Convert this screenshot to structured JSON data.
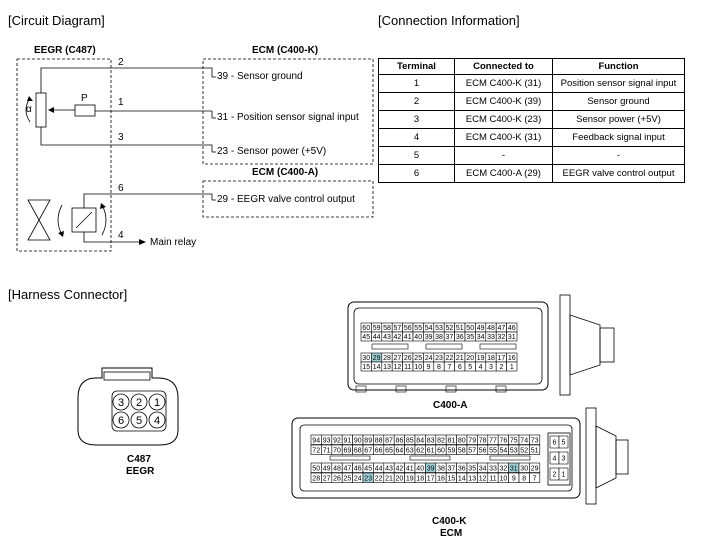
{
  "sections": {
    "circuit": "[Circuit Diagram]",
    "connection": "[Connection Information]",
    "harness": "[Harness Connector]"
  },
  "circuit": {
    "eegr_title": "EEGR (C487)",
    "ecm_k_title": "ECM (C400-K)",
    "ecm_a_title": "ECM (C400-A)",
    "eegr_pins": [
      "2",
      "1",
      "3",
      "6",
      "4"
    ],
    "p_label": "P",
    "alpha_label": "α",
    "main_relay": "Main relay",
    "ecm_k_lines": [
      "39 - Sensor ground",
      "31 - Position sensor signal input",
      "23 - Sensor power (+5V)"
    ],
    "ecm_a_lines": [
      "29 - EEGR valve control output"
    ]
  },
  "connection_table": {
    "headers": [
      "Terminal",
      "Connected to",
      "Function"
    ],
    "rows": [
      [
        "1",
        "ECM C400-K (31)",
        "Position sensor signal input"
      ],
      [
        "2",
        "ECM C400-K (39)",
        "Sensor ground"
      ],
      [
        "3",
        "ECM C400-K (23)",
        "Sensor power (+5V)"
      ],
      [
        "4",
        "ECM C400-K (31)",
        "Feedback signal input"
      ],
      [
        "5",
        "-",
        "-"
      ],
      [
        "6",
        "ECM C400-A (29)",
        "EEGR valve control output"
      ]
    ]
  },
  "connectors": {
    "c487_label": "C487",
    "c487_sub": "EEGR",
    "c487_pins_top": [
      "3",
      "2",
      "1"
    ],
    "c487_pins_bottom": [
      "6",
      "5",
      "4"
    ],
    "c400a_label": "C400-A",
    "c400a_rows": [
      [
        "60",
        "59",
        "58",
        "57",
        "56",
        "55",
        "54",
        "53",
        "52",
        "51",
        "50",
        "49",
        "48",
        "47",
        "46"
      ],
      [
        "45",
        "44",
        "43",
        "42",
        "41",
        "40",
        "39",
        "38",
        "37",
        "36",
        "35",
        "34",
        "33",
        "32",
        "31"
      ],
      [
        "30",
        "29",
        "28",
        "27",
        "26",
        "25",
        "24",
        "23",
        "22",
        "21",
        "20",
        "19",
        "18",
        "17",
        "16"
      ],
      [
        "15",
        "14",
        "13",
        "12",
        "11",
        "10",
        "9",
        "8",
        "7",
        "6",
        "5",
        "4",
        "3",
        "2",
        "1"
      ]
    ],
    "c400a_highlight": [
      "29"
    ],
    "c400k_label": "C400-K",
    "c400k_sub": "ECM",
    "c400k_rows": [
      [
        "94",
        "93",
        "92",
        "91",
        "90",
        "89",
        "88",
        "87",
        "86",
        "85",
        "84",
        "83",
        "82",
        "81",
        "80",
        "79",
        "78",
        "77",
        "76",
        "75",
        "74",
        "73"
      ],
      [
        "72",
        "71",
        "70",
        "69",
        "68",
        "67",
        "66",
        "65",
        "64",
        "63",
        "62",
        "61",
        "60",
        "59",
        "58",
        "57",
        "56",
        "55",
        "54",
        "53",
        "52",
        "51"
      ],
      [
        "50",
        "49",
        "48",
        "47",
        "46",
        "45",
        "44",
        "43",
        "42",
        "41",
        "40",
        "39",
        "38",
        "37",
        "36",
        "35",
        "34",
        "33",
        "32",
        "31",
        "30",
        "29"
      ],
      [
        "28",
        "27",
        "26",
        "25",
        "24",
        "23",
        "22",
        "21",
        "20",
        "19",
        "18",
        "17",
        "16",
        "15",
        "14",
        "13",
        "12",
        "11",
        "10",
        "9",
        "8",
        "7"
      ]
    ],
    "c400k_side": [
      [
        "6",
        "5"
      ],
      [
        "4",
        "3"
      ],
      [
        "2",
        "1"
      ]
    ],
    "c400k_highlight": [
      "39",
      "31",
      "23"
    ],
    "highlight_color": "#9ecfd6"
  }
}
